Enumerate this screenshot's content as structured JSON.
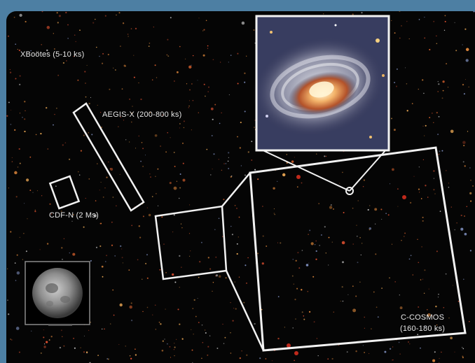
{
  "labels": {
    "xbootes": "XBoötes (5-10 ks)",
    "aegis": "AEGIS-X (200-800 ks)",
    "cdfn": "CDF-N (2 Ms)",
    "ccosmos_line1": "C-COSMOS",
    "ccosmos_line2": "(160-180 ks)"
  },
  "colors": {
    "frame": "#4d7fa3",
    "sky": "#050505",
    "outline": "#f2f2f2"
  }
}
